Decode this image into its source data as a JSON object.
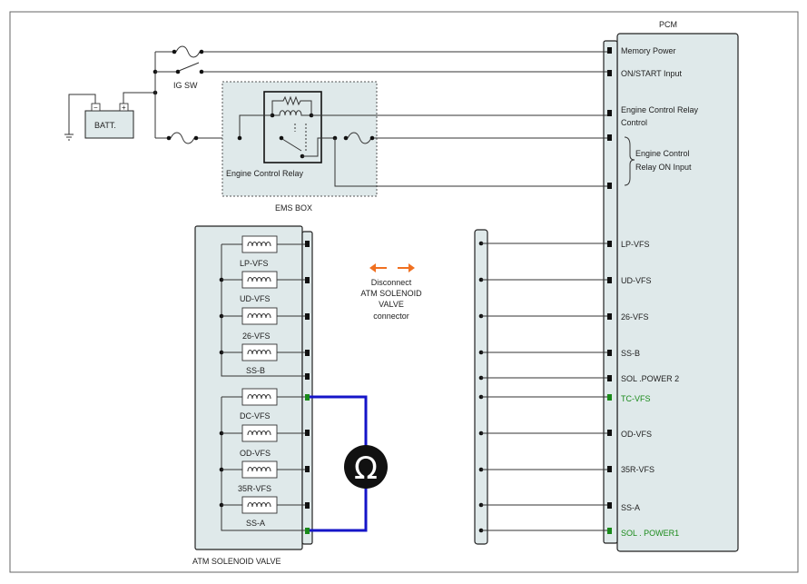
{
  "pcm": {
    "title": "PCM",
    "pins": [
      {
        "label": "Memory Power",
        "active": false
      },
      {
        "label": "ON/START Input",
        "active": false
      },
      {
        "label": "Engine Control Relay",
        "active": false
      },
      {
        "label": "Control",
        "active": false
      },
      {
        "label": "Engine Control",
        "active": false
      },
      {
        "label": "Relay ON Input",
        "active": false
      },
      {
        "label": "LP-VFS",
        "active": false
      },
      {
        "label": "UD-VFS",
        "active": false
      },
      {
        "label": "26-VFS",
        "active": false
      },
      {
        "label": "SS-B",
        "active": false
      },
      {
        "label": "SOL .POWER 2",
        "active": false
      },
      {
        "label": "TC-VFS",
        "active": true
      },
      {
        "label": "OD-VFS",
        "active": false
      },
      {
        "label": "35R-VFS",
        "active": false
      },
      {
        "label": "SS-A",
        "active": false
      },
      {
        "label": "SOL . POWER1",
        "active": true
      }
    ]
  },
  "power": {
    "battery": "BATT.",
    "plus": "+",
    "minus": "−",
    "ig_switch": "IG SW"
  },
  "ems": {
    "box_label": "EMS BOX",
    "relay_label": "Engine Control Relay"
  },
  "solenoid": {
    "box_label": "ATM SOLENOID VALVE",
    "coils": [
      "LP-VFS",
      "UD-VFS",
      "26-VFS",
      "SS-B",
      "DC-VFS",
      "OD-VFS",
      "35R-VFS",
      "SS-A"
    ]
  },
  "note": {
    "lines": [
      "Disconnect",
      "ATM SOLENOID",
      "VALVE",
      "connector"
    ]
  },
  "meter": {
    "symbol": "Ω"
  },
  "colors": {
    "accent_green": "#1a8a1a",
    "meter_wire": "#1515c8",
    "arrow": "#f07020",
    "box_fill": "#dfe9ea"
  }
}
